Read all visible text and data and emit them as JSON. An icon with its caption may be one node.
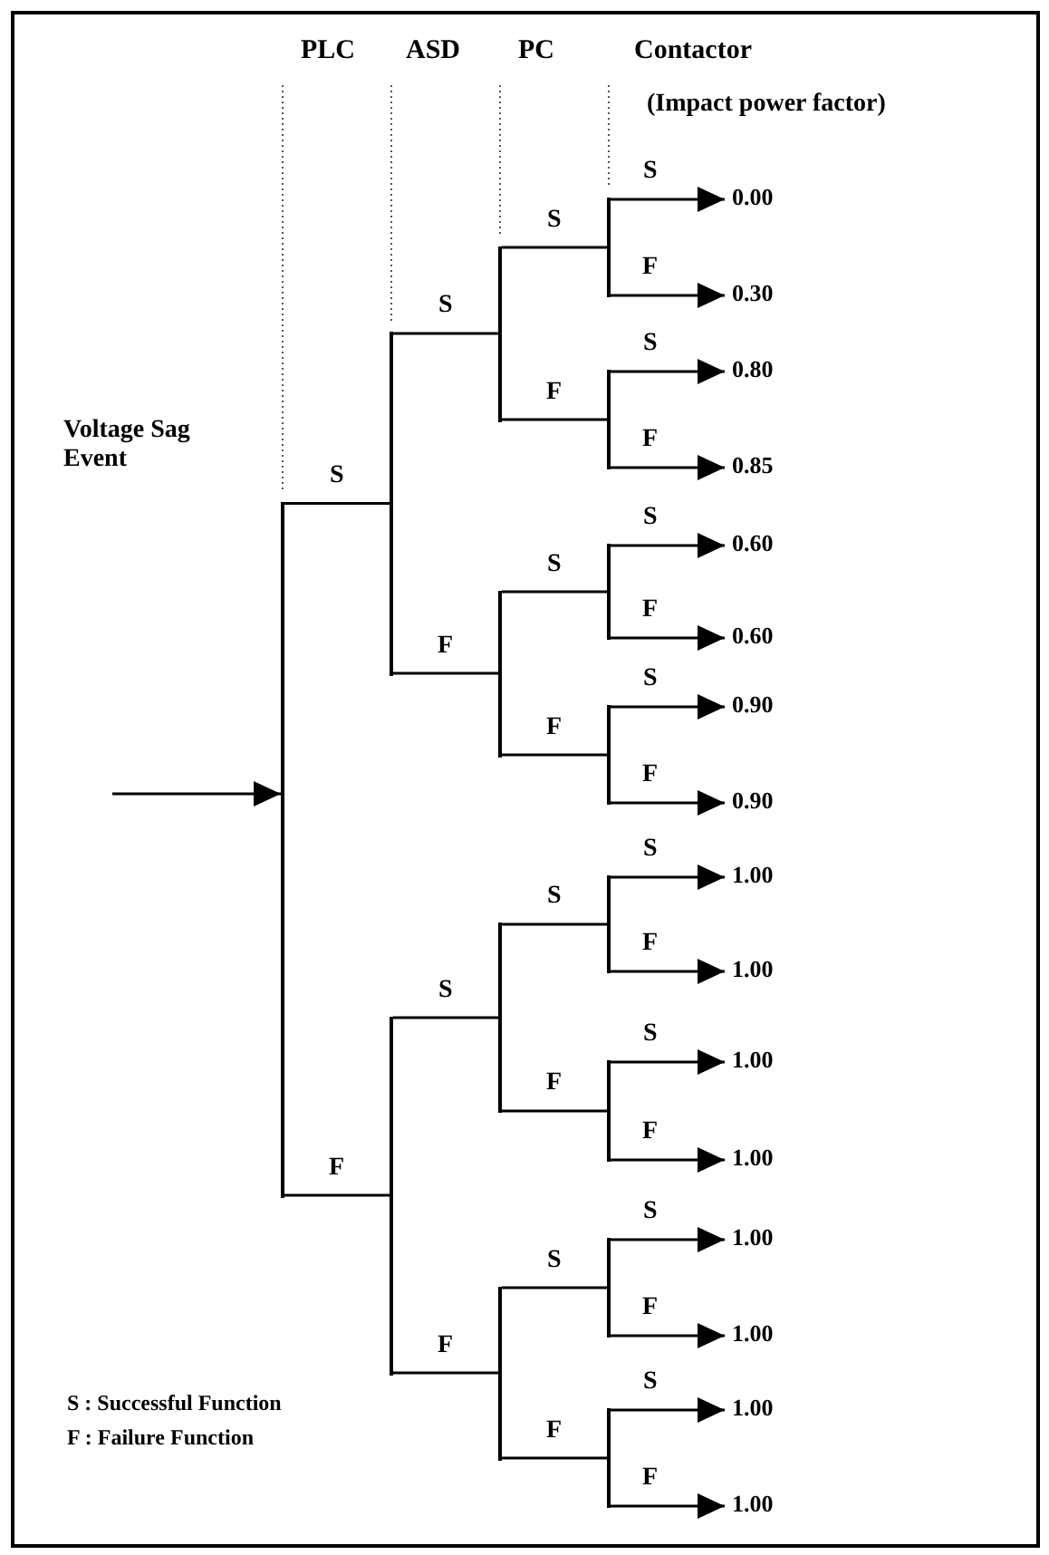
{
  "diagram": {
    "nodes": [
      {
        "text": [],
        "shape": "bar"
      },
      {
        "text": [],
        "shape": "bar"
      },
      {
        "text": [],
        "shape": "bar"
      },
      {
        "text": [],
        "shape": "bar"
      },
      {
        "text": [],
        "shape": "bar"
      },
      {
        "text": [],
        "shape": "bar"
      },
      {
        "text": [],
        "shape": "bar"
      },
      {
        "text": [],
        "shape": "bar"
      },
      {
        "text": [],
        "shape": "bar"
      },
      {
        "text": [],
        "shape": "bar"
      },
      {
        "text": [],
        "shape": "bar"
      },
      {
        "text": [],
        "shape": "bar"
      },
      {
        "text": [],
        "shape": "bar"
      },
      {
        "text": [],
        "shape": "bar"
      },
      {
        "text": [],
        "shape": "bar"
      },
      {
        "text": [
          "0.00"
        ]
      },
      {
        "text": [
          "0.30"
        ]
      },
      {
        "text": [
          "0.80"
        ]
      },
      {
        "text": [
          "0.85"
        ]
      },
      {
        "text": [
          "0.60"
        ]
      },
      {
        "text": [
          "0.60"
        ]
      },
      {
        "text": [
          "0.90"
        ]
      },
      {
        "text": [
          "0.90"
        ]
      },
      {
        "text": [
          "1.00"
        ]
      },
      {
        "text": [
          "1.00"
        ]
      },
      {
        "text": [
          "1.00"
        ]
      },
      {
        "text": [
          "1.00"
        ]
      },
      {
        "text": [
          "1.00"
        ]
      },
      {
        "text": [
          "1.00"
        ]
      },
      {
        "text": [
          "1.00"
        ]
      },
      {
        "text": [
          "1.00"
        ]
      }
    ],
    "edges": [
      {
        "from": null,
        "to": 0,
        "arrow": "to"
      },
      {
        "from": 0,
        "to": 1,
        "label": "S",
        "arrow": "none"
      },
      {
        "from": 0,
        "to": 2,
        "label": "F",
        "arrow": "none"
      },
      {
        "from": 1,
        "to": 3,
        "label": "S",
        "arrow": "none"
      },
      {
        "from": 1,
        "to": 4,
        "label": "F",
        "arrow": "none"
      },
      {
        "from": 2,
        "to": 5,
        "label": "S",
        "arrow": "none"
      },
      {
        "from": 2,
        "to": 6,
        "label": "F",
        "arrow": "none"
      },
      {
        "from": 3,
        "to": 7,
        "label": "S",
        "arrow": "none"
      },
      {
        "from": 3,
        "to": 8,
        "label": "F",
        "arrow": "none"
      },
      {
        "from": 4,
        "to": 9,
        "label": "S",
        "arrow": "none"
      },
      {
        "from": 4,
        "to": 10,
        "label": "F",
        "arrow": "none"
      },
      {
        "from": 5,
        "to": 11,
        "label": "S",
        "arrow": "none"
      },
      {
        "from": 5,
        "to": 12,
        "label": "F",
        "arrow": "none"
      },
      {
        "from": 6,
        "to": 13,
        "label": "S",
        "arrow": "none"
      },
      {
        "from": 6,
        "to": 14,
        "label": "F",
        "arrow": "none"
      },
      {
        "from": 7,
        "to": 15,
        "label": "S",
        "arrow": "to"
      },
      {
        "from": 7,
        "to": 16,
        "label": "F",
        "arrow": "to"
      },
      {
        "from": 8,
        "to": 17,
        "label": "S",
        "arrow": "to"
      },
      {
        "from": 8,
        "to": 18,
        "label": "F",
        "arrow": "to"
      },
      {
        "from": 9,
        "to": 19,
        "label": "S",
        "arrow": "to"
      },
      {
        "from": 9,
        "to": 20,
        "label": "F",
        "arrow": "to"
      },
      {
        "from": 10,
        "to": 21,
        "label": "S",
        "arrow": "to"
      },
      {
        "from": 10,
        "to": 22,
        "label": "F",
        "arrow": "to"
      },
      {
        "from": 11,
        "to": 23,
        "label": "S",
        "arrow": "to"
      },
      {
        "from": 11,
        "to": 24,
        "label": "F",
        "arrow": "to"
      },
      {
        "from": 12,
        "to": 25,
        "label": "S",
        "arrow": "to"
      },
      {
        "from": 12,
        "to": 26,
        "label": "F",
        "arrow": "to"
      },
      {
        "from": 13,
        "to": 27,
        "label": "S",
        "arrow": "to"
      },
      {
        "from": 13,
        "to": 28,
        "label": "F",
        "arrow": "to"
      },
      {
        "from": 14,
        "to": 29,
        "label": "S",
        "arrow": "to"
      },
      {
        "from": 14,
        "to": 30,
        "label": "F",
        "arrow": "to"
      }
    ],
    "labels": [
      "PLC",
      "ASD",
      "PC",
      "Contactor",
      "(Impact power factor)",
      "Voltage Sag Event",
      "S : Successful Function",
      "F : Failure Function"
    ]
  }
}
